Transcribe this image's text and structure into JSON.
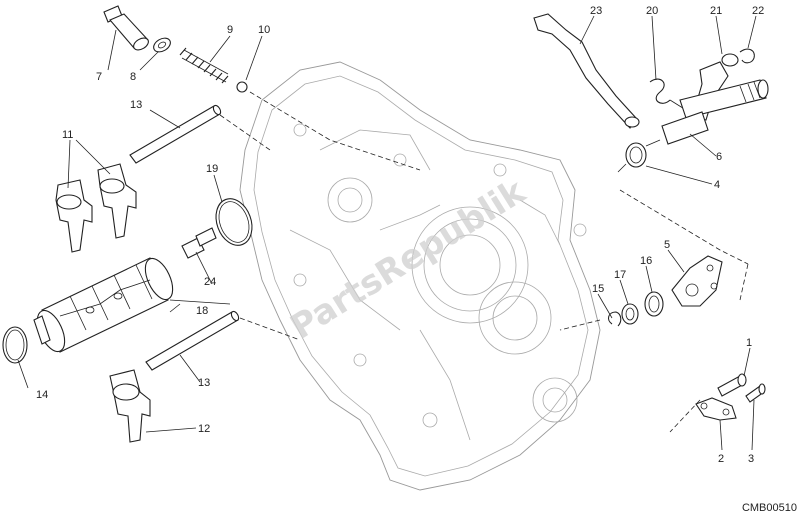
{
  "diagram_code": "CMB00510",
  "watermark": "PartsRepublik",
  "callouts": {
    "c1": "1",
    "c2": "2",
    "c3": "3",
    "c4": "4",
    "c5": "5",
    "c6": "6",
    "c7": "7",
    "c8": "8",
    "c9": "9",
    "c10": "10",
    "c11": "11",
    "c12": "12",
    "c13a": "13",
    "c13b": "13",
    "c14": "14",
    "c15": "15",
    "c16": "16",
    "c17": "17",
    "c18": "18",
    "c19": "19",
    "c20": "20",
    "c21": "21",
    "c22": "22",
    "c23": "23",
    "c24": "24"
  }
}
